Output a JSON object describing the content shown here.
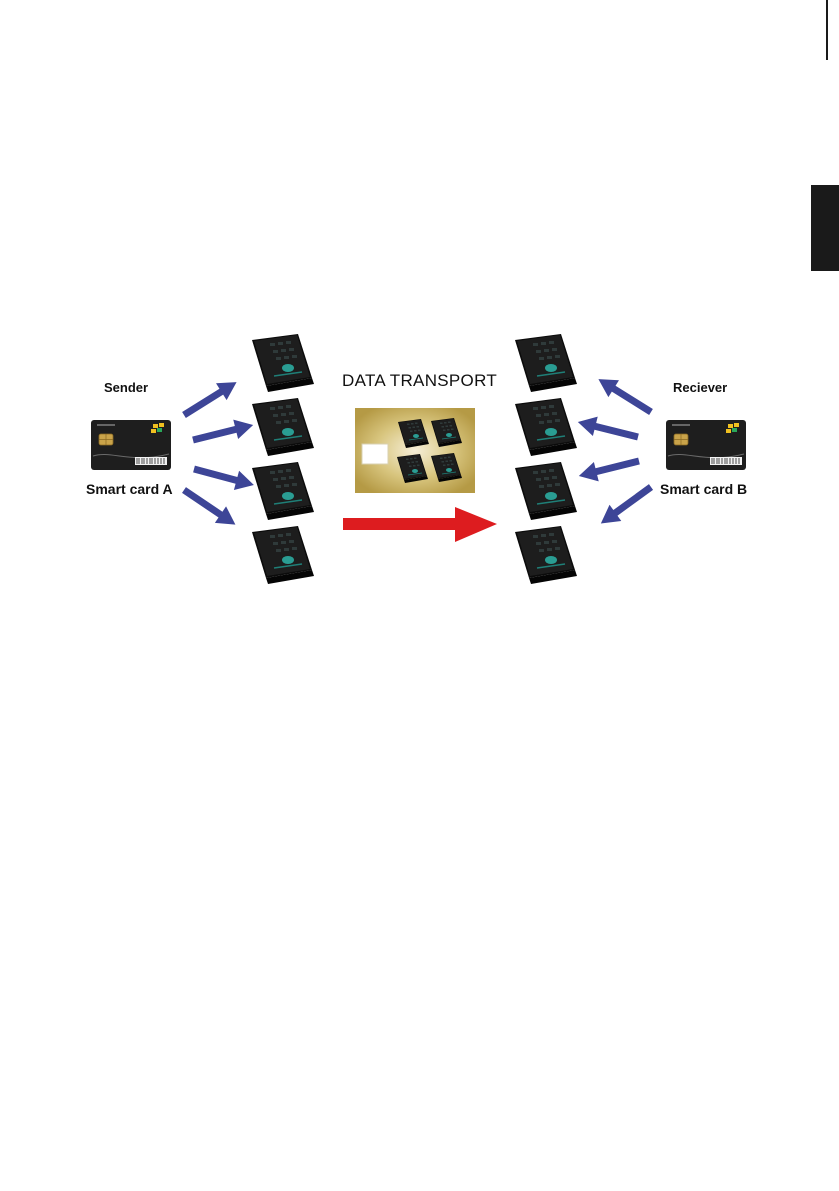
{
  "labels": {
    "sender": "Sender",
    "receiver": "Reciever",
    "card_a": "Smart card A",
    "card_b": "Smart card B",
    "transport": "DATA TRANSPORT"
  },
  "colors": {
    "arrow_blue": "#3d4597",
    "arrow_red": "#dd1c1f",
    "drive_body": "#151515",
    "keypad_glow": "#2a9d93",
    "card_body": "#1e1e1e",
    "chip_gold": "#c9a34a",
    "package_tan": "#b59a45"
  }
}
